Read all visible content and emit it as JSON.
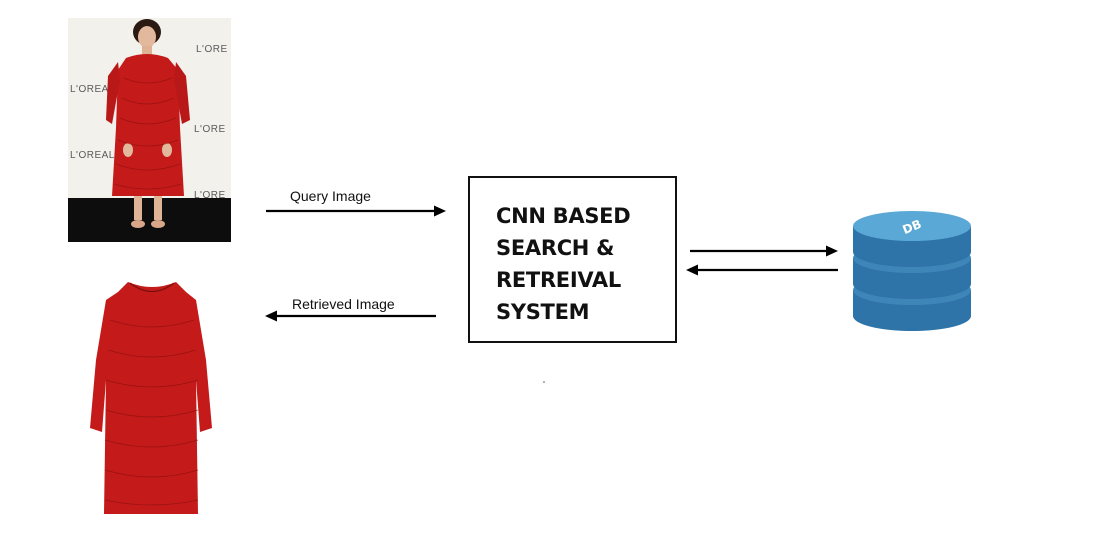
{
  "diagram": {
    "query_label": "Query Image",
    "retrieved_label": "Retrieved Image",
    "system_box": {
      "text": "CNN BASED\nSEARCH &\nRETREIVAL\nSYSTEM"
    },
    "database": {
      "label": "DB",
      "color": "#3f86b8"
    },
    "query_photo": {
      "backdrop_brand": "L'ORE",
      "backdrop_brand_alt": "L'OREAL"
    }
  },
  "colors": {
    "dress": "#c41a1a",
    "arrow": "#000000",
    "db_top": "#5aa8d6",
    "db_side": "#2f74a8"
  }
}
